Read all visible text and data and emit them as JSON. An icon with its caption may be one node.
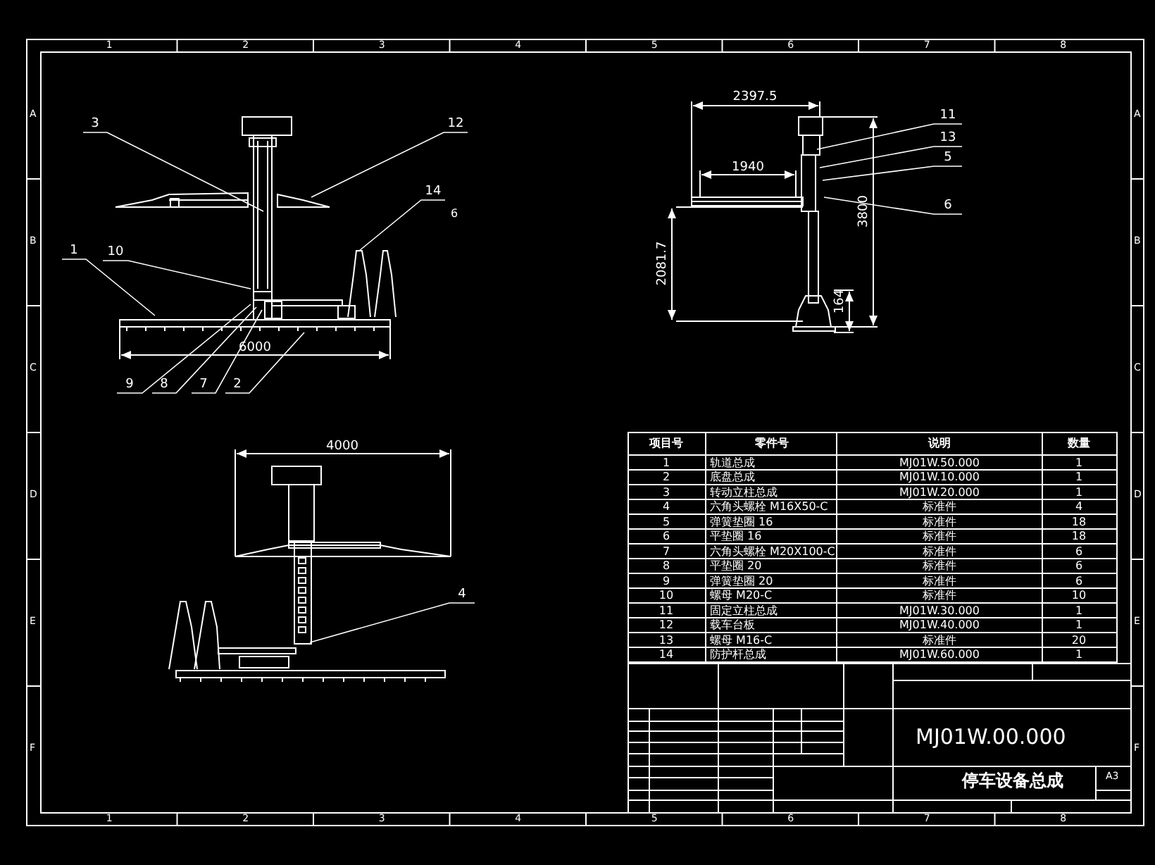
{
  "diagram": {
    "nodes": [
      {
        "text": [
          "3"
        ]
      },
      {
        "text": [
          "12"
        ]
      },
      {
        "text": [
          "14"
        ]
      },
      {
        "text": [
          "1"
        ]
      },
      {
        "text": [
          "10"
        ]
      },
      {
        "text": [
          "9"
        ]
      },
      {
        "text": [
          "8"
        ]
      },
      {
        "text": [
          "7"
        ]
      },
      {
        "text": [
          "2"
        ]
      },
      {
        "text": [
          "11"
        ]
      },
      {
        "text": [
          "13"
        ]
      },
      {
        "text": [
          "5"
        ]
      },
      {
        "text": [
          "6"
        ]
      },
      {
        "text": [
          "4"
        ]
      },
      {
        "text": [],
        "shape": "picture"
      },
      {
        "text": [],
        "shape": "picture"
      },
      {
        "text": [],
        "shape": "picture"
      }
    ],
    "edges": [
      {
        "from": 0,
        "to": 14,
        "arrow": "none"
      },
      {
        "from": 1,
        "to": 14,
        "arrow": "none"
      },
      {
        "from": 2,
        "to": 14,
        "arrow": "none"
      },
      {
        "from": 3,
        "to": 14,
        "arrow": "none"
      },
      {
        "from": 4,
        "to": 14,
        "arrow": "none"
      },
      {
        "from": 5,
        "to": 14,
        "arrow": "none"
      },
      {
        "from": 6,
        "to": 14,
        "arrow": "none"
      },
      {
        "from": 7,
        "to": 14,
        "arrow": "none"
      },
      {
        "from": 8,
        "to": 14,
        "arrow": "none"
      },
      {
        "from": 9,
        "to": 15,
        "arrow": "none"
      },
      {
        "from": 10,
        "to": 15,
        "arrow": "none"
      },
      {
        "from": 11,
        "to": 15,
        "arrow": "none"
      },
      {
        "from": 12,
        "to": 15,
        "arrow": "none"
      },
      {
        "from": 13,
        "to": 16,
        "arrow": "none"
      }
    ],
    "labels": [
      "1",
      "2",
      "3",
      "4",
      "5",
      "6",
      "7",
      "8",
      "A",
      "B",
      "C",
      "D",
      "E",
      "F",
      "6",
      "6000",
      "2397.5",
      "1940",
      "2081.7",
      "3800",
      "164",
      "4000",
      "项目号",
      "零件号",
      "说明",
      "数量",
      "1",
      "轨道总成",
      "MJ01W.50.000",
      "1",
      "2",
      "底盘总成",
      "MJ01W.10.000",
      "1",
      "3",
      "转动立柱总成",
      "MJ01W.20.000",
      "1",
      "4",
      "六角头螺栓 M16X50-C",
      "标准件",
      "4",
      "5",
      "弹簧垫圈 16",
      "标准件",
      "18",
      "6",
      "平垫圈 16",
      "标准件",
      "18",
      "7",
      "六角头螺栓 M20X100-C",
      "标准件",
      "6",
      "8",
      "平垫圈 20",
      "标准件",
      "6",
      "9",
      "弹簧垫圈 20",
      "标准件",
      "6",
      "10",
      "螺母 M20-C",
      "标准件",
      "10",
      "11",
      "固定立柱总成",
      "MJ01W.30.000",
      "1",
      "12",
      "载车台板",
      "MJ01W.40.000",
      "1",
      "13",
      "螺母 M16-C",
      "标准件",
      "20",
      "14",
      "防护杆总成",
      "MJ01W.60.000",
      "1",
      "MJ01W.00.000",
      "停车设备总成",
      "A3",
      "1",
      "2",
      "3",
      "4",
      "5",
      "6",
      "7",
      "8",
      "A",
      "B",
      "C",
      "D",
      "E",
      "F"
    ]
  }
}
